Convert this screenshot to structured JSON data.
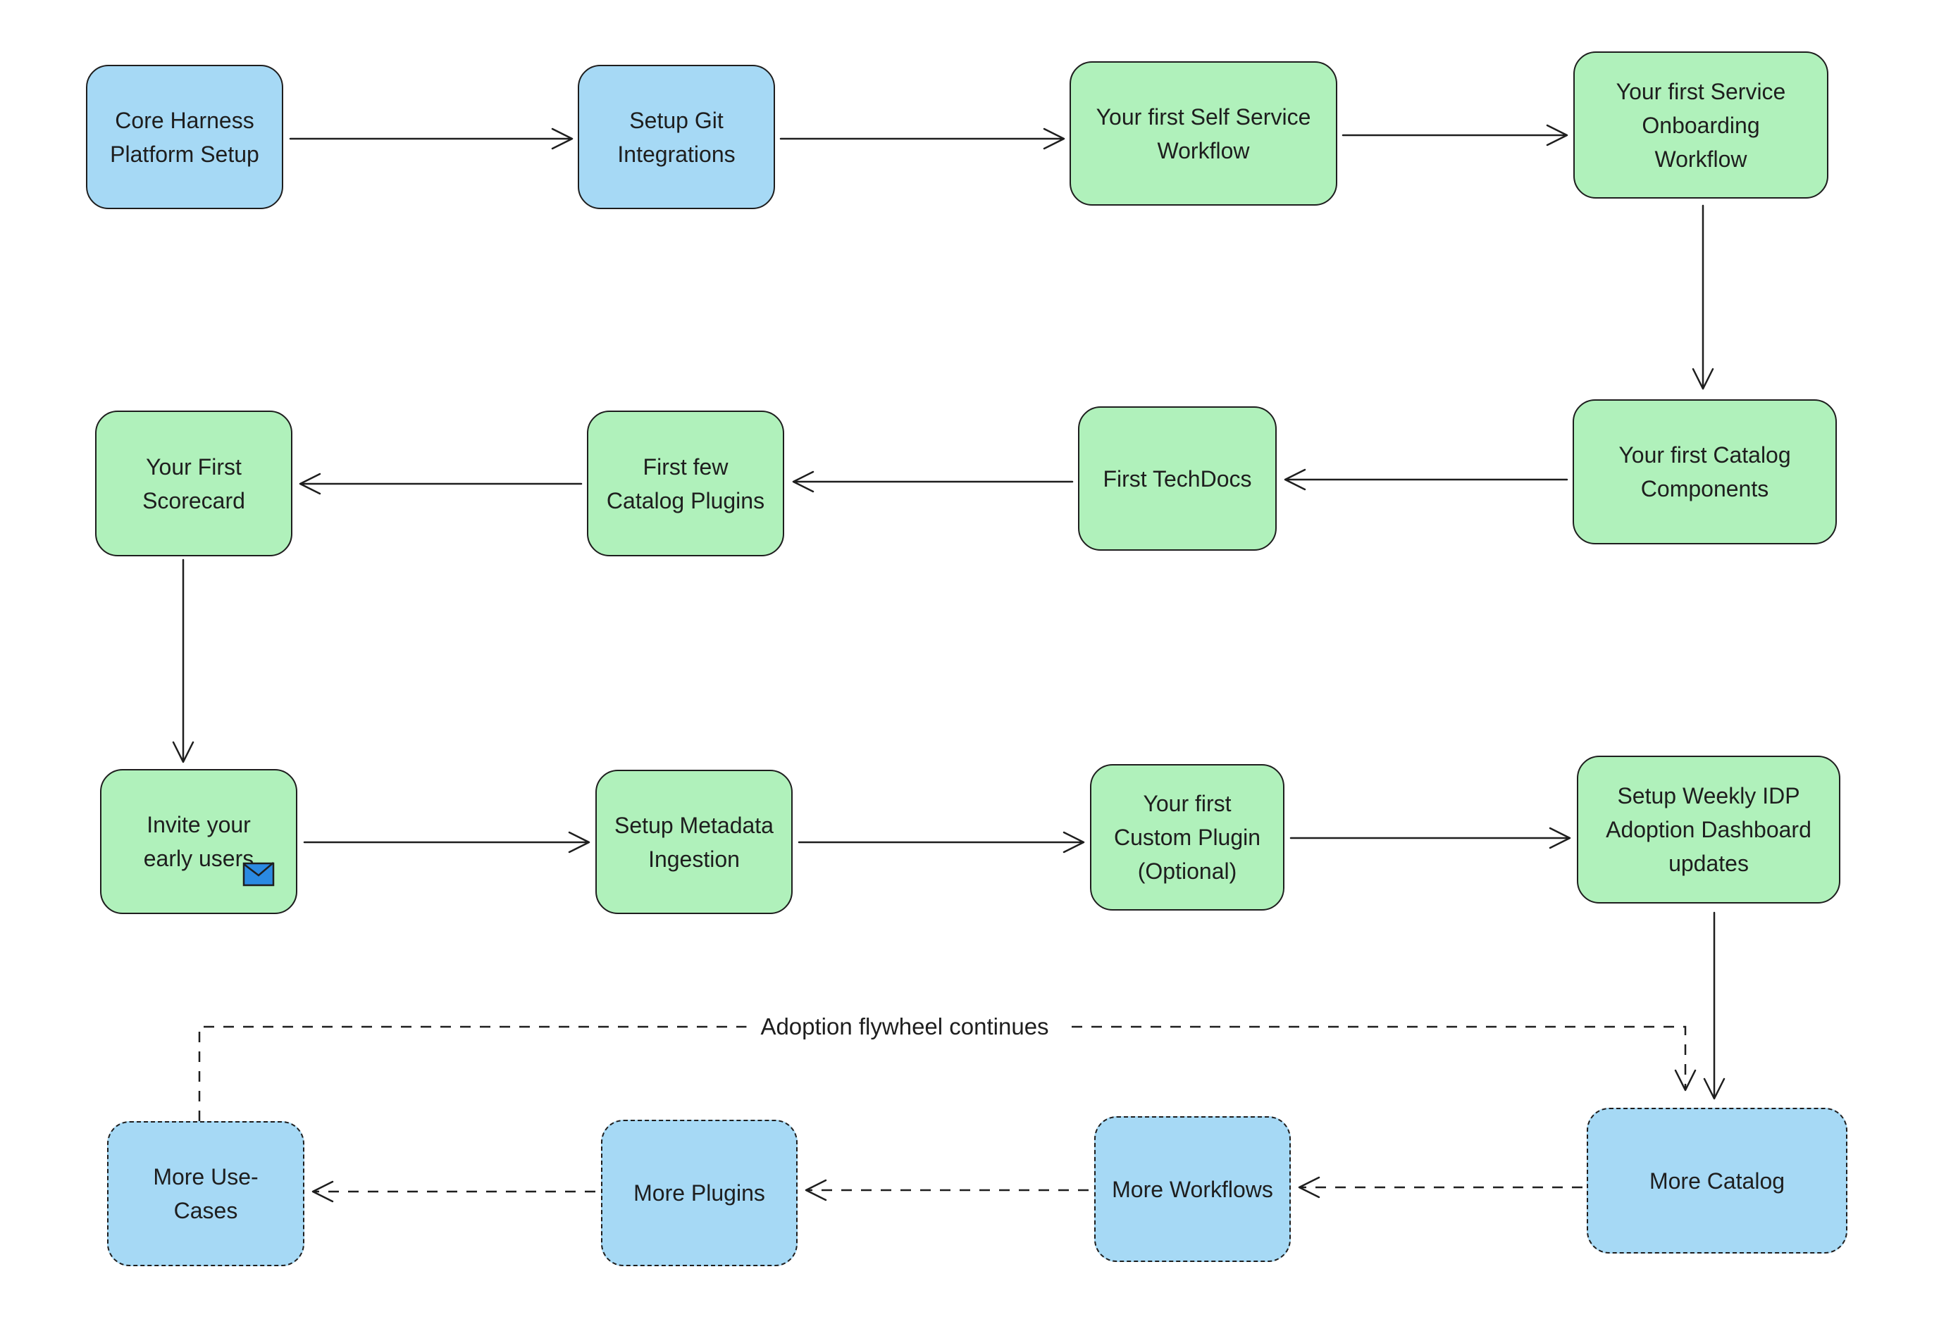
{
  "diagram": {
    "colors": {
      "blue": "#a6d9f5",
      "green": "#b0f1bb",
      "stroke": "#1e1e1e",
      "envelope": "#2b8ae2"
    },
    "flywheel_label": "Adoption flywheel continues",
    "nodes": {
      "core_harness": {
        "label": "Core Harness Platform Setup"
      },
      "git_integrations": {
        "label": "Setup Git Integrations"
      },
      "self_service_workflow": {
        "label": "Your first Self Service Workflow"
      },
      "service_onboarding_workflow": {
        "label": "Your first Service Onboarding Workflow"
      },
      "catalog_components": {
        "label": "Your first Catalog Components"
      },
      "first_techdocs": {
        "label": "First TechDocs"
      },
      "catalog_plugins": {
        "label": "First few Catalog Plugins"
      },
      "first_scorecard": {
        "label": "Your First Scorecard"
      },
      "invite_early_users": {
        "label": "Invite your early users"
      },
      "metadata_ingestion": {
        "label": "Setup Metadata Ingestion"
      },
      "custom_plugin": {
        "label": "Your first Custom Plugin (Optional)"
      },
      "weekly_idp_dashboard": {
        "label": "Setup Weekly IDP Adoption Dashboard updates"
      },
      "more_catalog": {
        "label": "More Catalog"
      },
      "more_workflows": {
        "label": "More Workflows"
      },
      "more_plugins": {
        "label": "More Plugins"
      },
      "more_use_cases": {
        "label": "More Use-Cases"
      }
    }
  }
}
